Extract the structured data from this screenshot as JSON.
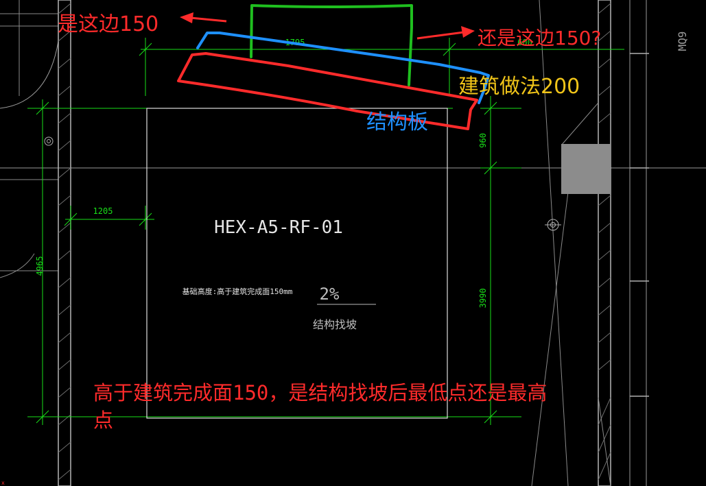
{
  "colors": {
    "background": "#000000",
    "dimension": "#19e019",
    "cad_line": "#cfcfcf",
    "red_note": "#ff2b2b",
    "blue_note": "#1e90ff",
    "yellow_note": "#f0c419",
    "green_mark": "#1fbf1f",
    "gray_block": "#8c8c8c"
  },
  "dimensions": {
    "top_span": "1795",
    "top_right": "600",
    "left_offset": "1205",
    "left_vertical": "4965",
    "right_upper": "960",
    "right_lower": "3990"
  },
  "drawing": {
    "equipment_tag": "HEX-A5-RF-01",
    "foundation_note": "基础高度:高于建筑完成面150mm",
    "slope_value": "2%",
    "slope_note": "结构找坡",
    "grid_label": "MQ9"
  },
  "annotations": {
    "left_question": "是这边150",
    "right_question": "还是这边150?",
    "architecture_method": "建筑做法200",
    "structural_slab": "结构板",
    "bottom_question": "高于建筑完成面150，是结构找坡后最低点还是最高点"
  }
}
